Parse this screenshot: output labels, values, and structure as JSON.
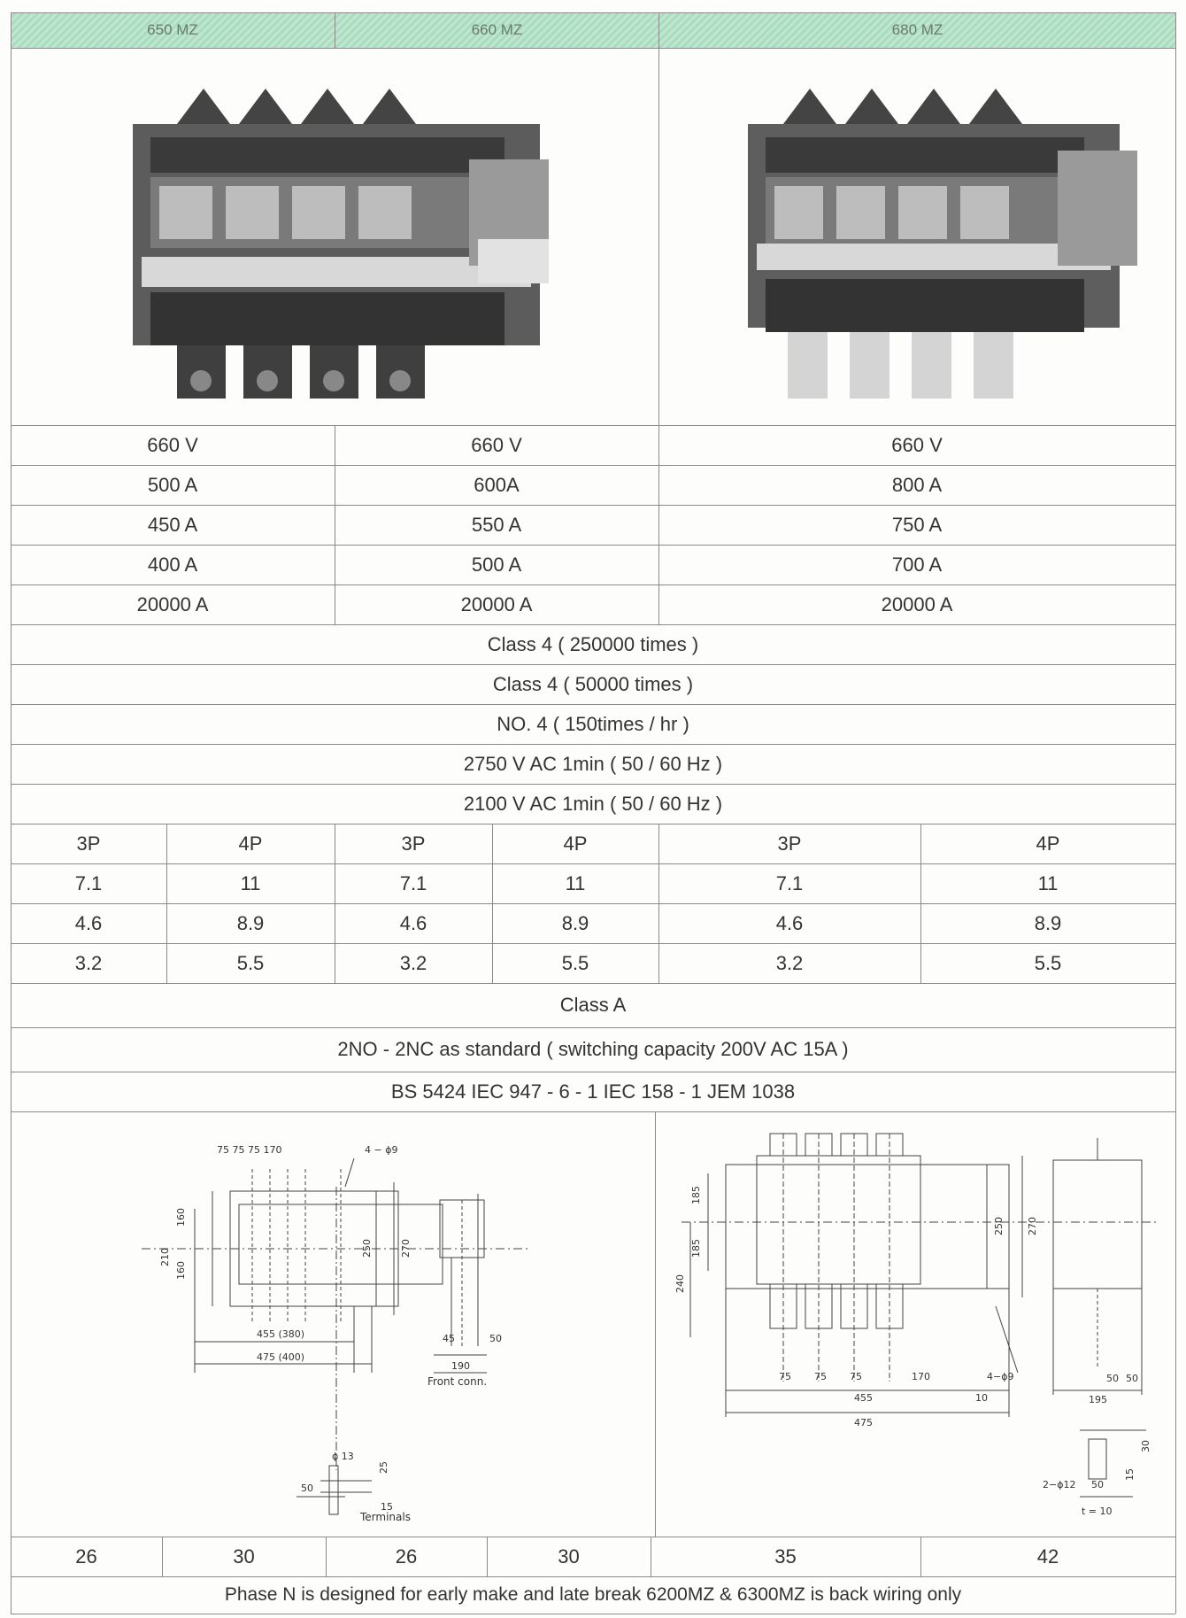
{
  "models": [
    "650 MZ",
    "660 MZ",
    "680 MZ"
  ],
  "ratings": [
    [
      "660 V",
      "660 V",
      "660 V"
    ],
    [
      "500 A",
      "600A",
      "800 A"
    ],
    [
      "450 A",
      "550 A",
      "750 A"
    ],
    [
      "400 A",
      "500 A",
      "700 A"
    ],
    [
      "20000 A",
      "20000 A",
      "20000 A"
    ]
  ],
  "common_rows": [
    "Class 4  ( 250000 times )",
    "Class 4   ( 50000 times )",
    "NO.  4 ( 150times / hr )",
    "2750 V   AC   1min  ( 50 / 60 Hz )",
    "2100 V   AC   1min  ( 50 / 60  Hz )"
  ],
  "poles_row": [
    "3P",
    "4P",
    "3P",
    "4P",
    "3P",
    "4P"
  ],
  "pole_values": [
    [
      "7.1",
      "11",
      "7.1",
      "11",
      "7.1",
      "11"
    ],
    [
      "4.6",
      "8.9",
      "4.6",
      "8.9",
      "4.6",
      "8.9"
    ],
    [
      "3.2",
      "5.5",
      "3.2",
      "5.5",
      "3.2",
      "5.5"
    ]
  ],
  "common_rows_2": [
    "Class  A",
    "2NO - 2NC as standard ( switching capacity 200V  AC  15A )",
    "BS 5424    IEC 947 - 6 - 1    IEC 158 - 1    JEM 1038"
  ],
  "drawing_left": {
    "d_top": "75 75 75   170",
    "d_holes": "4 − ϕ9",
    "d_160a": "160",
    "d_160b": "160",
    "d_210": "210",
    "d_250": "250",
    "d_270": "270",
    "d_455": "455 (380)",
    "d_475": "475 (400)",
    "d_45": "45",
    "d_50": "50",
    "d_190": "190",
    "front_conn": "Front conn.",
    "d_phi13": "ϕ 13",
    "d_25": "25",
    "d_50b": "50",
    "d_15": "15",
    "terminals": "Terminals"
  },
  "drawing_right": {
    "d_185a": "185",
    "d_185b": "185",
    "d_240": "240",
    "d_250": "250",
    "d_270": "270",
    "d_75a": "75",
    "d_75b": "75",
    "d_75c": "75",
    "d_170": "170",
    "d_holes": "4−ϕ9",
    "d_455": "455",
    "d_10": "10",
    "d_475": "475",
    "d_50a": "50",
    "d_50b": "50",
    "d_195": "195",
    "d_phi12": "2−ϕ12",
    "d_50c": "50",
    "d_30": "30",
    "d_15": "15",
    "d_t10": "t = 10"
  },
  "weights": [
    "26",
    "30",
    "26",
    "30",
    "35",
    "42"
  ],
  "footer": "Phase N is designed for early make and late break   6200MZ & 6300MZ is back wiring only"
}
